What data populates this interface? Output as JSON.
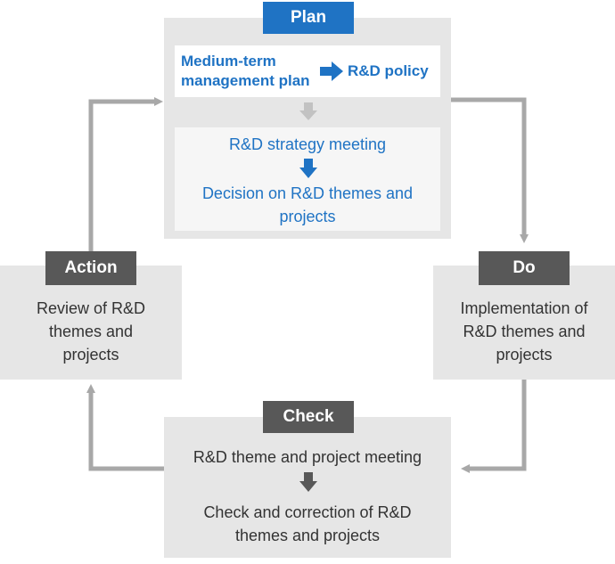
{
  "plan": {
    "label": "Plan",
    "mtmp": "Medium-term management plan",
    "policy": "R&D policy",
    "strategy_meeting": "R&D strategy meeting",
    "decision": "Decision on R&D themes and projects"
  },
  "do": {
    "label": "Do",
    "text": "Implementation of R&D themes and projects"
  },
  "check": {
    "label": "Check",
    "meeting": "R&D theme and project meeting",
    "correction": "Check and correction of R&D themes and projects"
  },
  "action": {
    "label": "Action",
    "text": "Review of R&D themes and projects"
  },
  "colors": {
    "accent_blue": "#1f73c4",
    "tag_dark": "#585858",
    "box_gray": "#e6e6e6",
    "arrow_gray": "#a8a8a8"
  }
}
